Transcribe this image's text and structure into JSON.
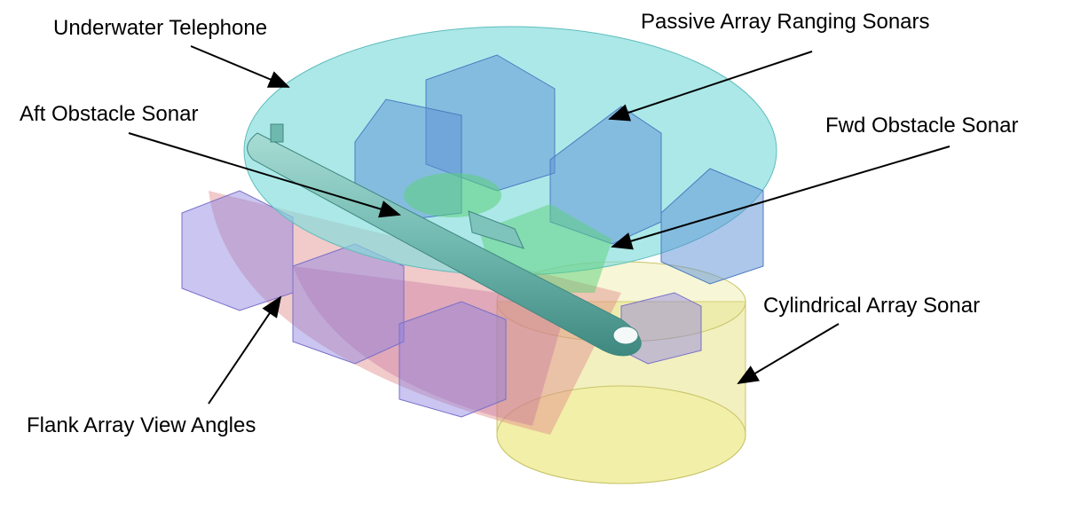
{
  "labels": {
    "underwater_telephone": "Underwater Telephone",
    "passive_array_ranging_sonars": "Passive Array Ranging Sonars",
    "aft_obstacle_sonar": "Aft Obstacle Sonar",
    "fwd_obstacle_sonar": "Fwd Obstacle Sonar",
    "cylindrical_array_sonar": "Cylindrical Array Sonar",
    "flank_array_view_angles": "Flank Array View Angles"
  },
  "colors": {
    "telephone": "#7fdcdc",
    "passive": "#5b8fd6",
    "flank_fan": "#e08a8a",
    "flank_box": "#8a7fe0",
    "cylinder": "#e8e48a",
    "obstacle": "#5ccf7a",
    "hull": "#6fb8b0"
  }
}
